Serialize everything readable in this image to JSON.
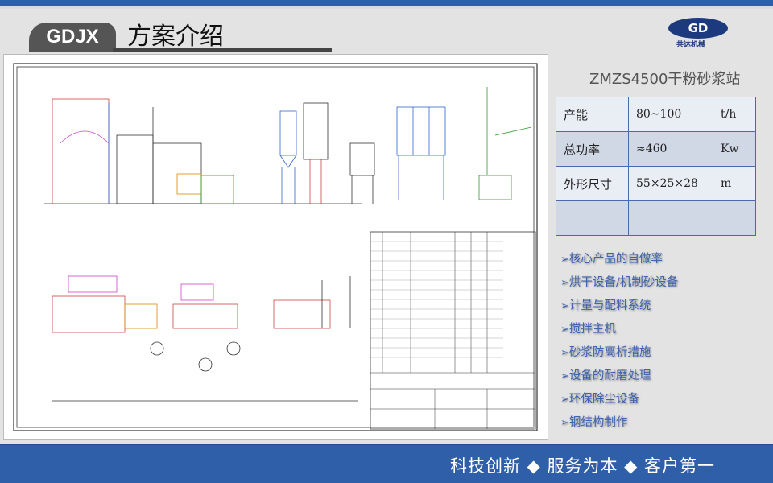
{
  "header": {
    "tab_label": "GDJX",
    "title": "方案介绍",
    "logo_text": "GD",
    "logo_caption": "共达机械"
  },
  "product": {
    "name": "ZMZS4500干粉砂浆站"
  },
  "specs": [
    {
      "label": "产能",
      "value": "80~100",
      "unit": "t/h"
    },
    {
      "label": "总功率",
      "value": "≈460",
      "unit": "Kw"
    },
    {
      "label": "外形尺寸",
      "value": "55×25×28",
      "unit": "m"
    },
    {
      "label": "",
      "value": "",
      "unit": ""
    }
  ],
  "features": [
    "核心产品的自做率",
    "烘干设备/机制砂设备",
    "计量与配料系统",
    "搅拌主机",
    "砂浆防离析措施",
    "设备的耐磨处理",
    "环保除尘设备",
    "钢结构制作"
  ],
  "footer": {
    "slogan": "科技创新 ◆ 服务为本 ◆ 客户第一"
  },
  "colors": {
    "brand": "#2f5fa8",
    "feature": "#3f64b0"
  }
}
